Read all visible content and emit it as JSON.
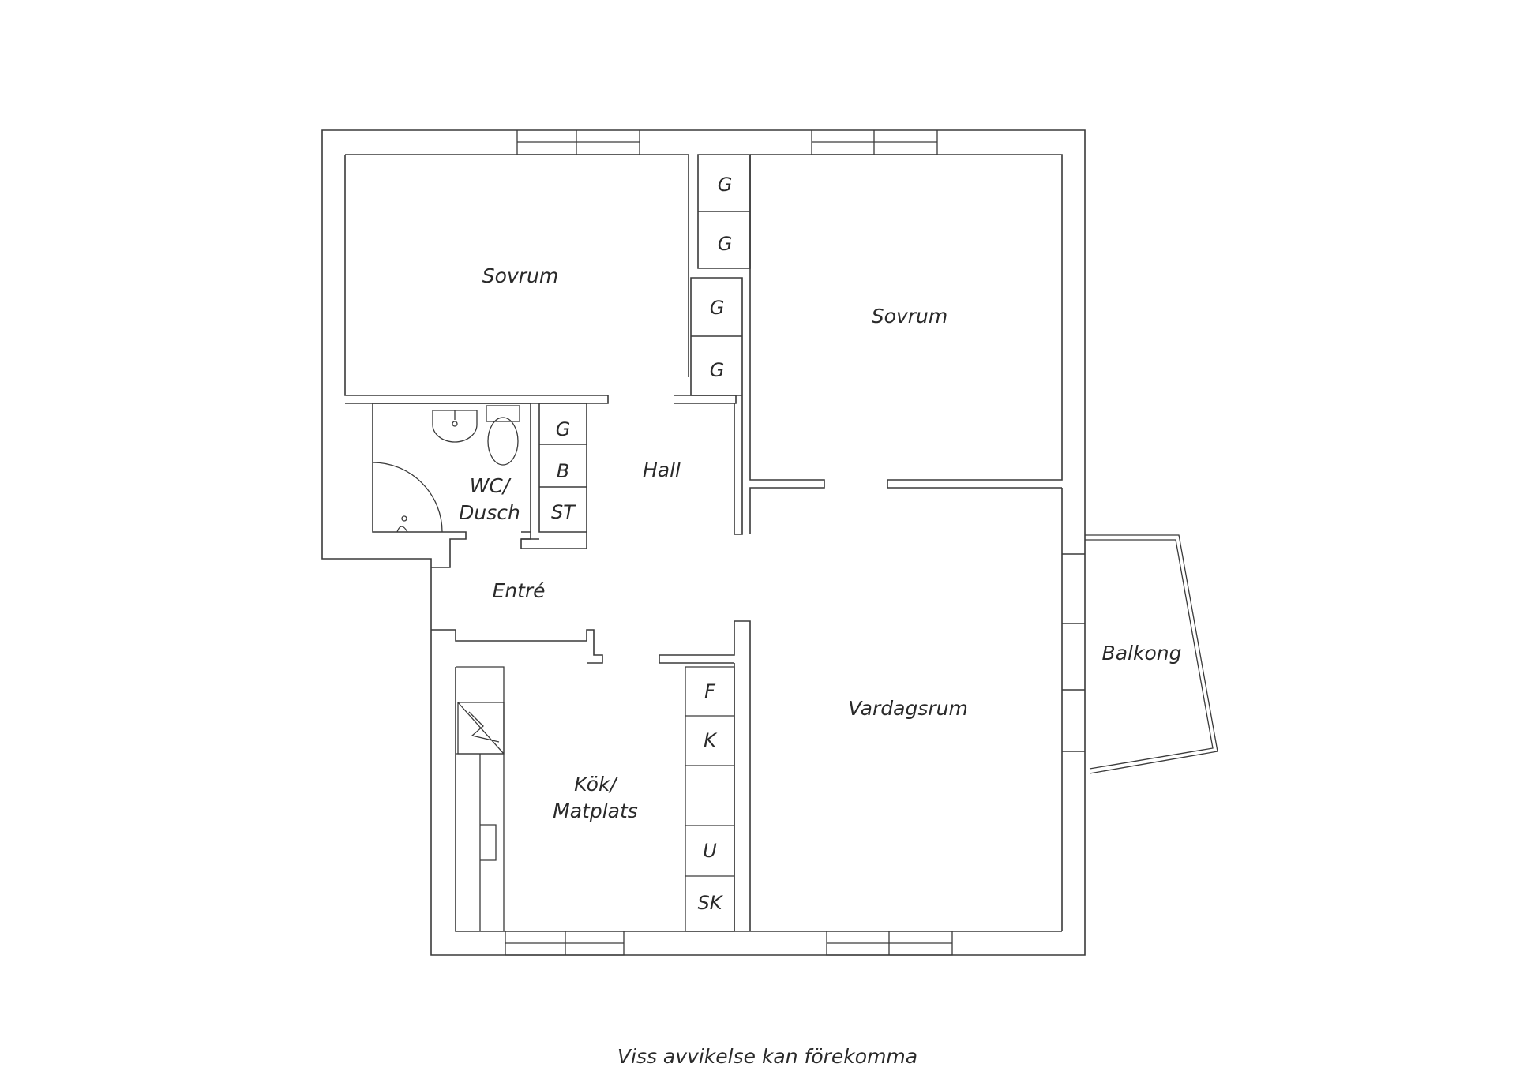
{
  "rooms": {
    "bedroom_left": "Sovrum",
    "bedroom_right": "Sovrum",
    "hall": "Hall",
    "wc_line1": "WC/",
    "wc_line2": "Dusch",
    "entry": "Entré",
    "kitchen_line1": "Kök/",
    "kitchen_line2": "Matplats",
    "living": "Vardagsrum",
    "balcony": "Balkong"
  },
  "storage": {
    "top_1": "G",
    "top_2": "G",
    "mid_1": "G",
    "mid_2": "G",
    "hall_1": "G",
    "hall_2": "B",
    "hall_3": "ST",
    "kitchen_1": "F",
    "kitchen_2": "K",
    "kitchen_3": "U",
    "kitchen_4": "SK"
  },
  "footer": {
    "disclaimer": "Viss avvikelse kan förekomma"
  },
  "colors": {
    "line": "#3a3a3a",
    "text": "#2a2a2a",
    "background": "#ffffff"
  }
}
